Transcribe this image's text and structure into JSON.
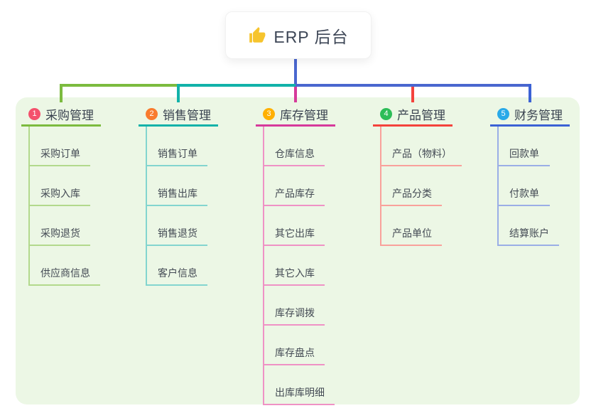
{
  "root": {
    "title": "ERP 后台",
    "icon": "thumbs-up-icon"
  },
  "colors": {
    "panel_background": "#ecf7e5",
    "root_connector": "#4a67cf",
    "branch_1_line": "#7cbb3f",
    "branch_1_badge": "#f4516c",
    "branch_2_line": "#12b2a9",
    "branch_2_badge": "#f97b2e",
    "branch_3_line": "#d63a9b",
    "branch_3_badge": "#ffb001",
    "branch_4_line": "#f4433c",
    "branch_4_badge": "#2dbd58",
    "branch_5_line": "#3c62d5",
    "branch_5_badge": "#29a9e8"
  },
  "branches": [
    {
      "number": "1",
      "label": "采购管理",
      "children": [
        "采购订单",
        "采购入库",
        "采购退货",
        "供应商信息"
      ]
    },
    {
      "number": "2",
      "label": "销售管理",
      "children": [
        "销售订单",
        "销售出库",
        "销售退货",
        "客户信息"
      ]
    },
    {
      "number": "3",
      "label": "库存管理",
      "children": [
        "仓库信息",
        "产品库存",
        "其它出库",
        "其它入库",
        "库存调拨",
        "库存盘点",
        "出库库明细"
      ]
    },
    {
      "number": "4",
      "label": "产品管理",
      "children": [
        "产品（物料）",
        "产品分类",
        "产品单位"
      ]
    },
    {
      "number": "5",
      "label": "财务管理",
      "children": [
        "回款单",
        "付款单",
        "结算账户"
      ]
    }
  ]
}
